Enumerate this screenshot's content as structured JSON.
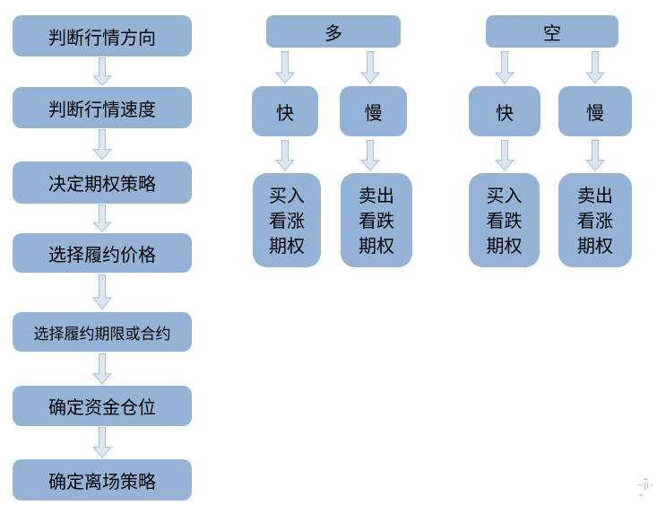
{
  "colors": {
    "node_fill": "#95b3d7",
    "arrow_fill": "#dce6f2",
    "arrow_stroke": "#a8c0dc",
    "text": "#000000",
    "background": "#ffffff",
    "watermark": "#9e9e9e"
  },
  "process_column": {
    "steps": [
      "判断行情方向",
      "判断行情速度",
      "决定期权策略",
      "选择履约价格",
      "选择履约期限或合约",
      "确定资金仓位",
      "确定离场策略"
    ]
  },
  "long_tree": {
    "root": "多",
    "fast": "快",
    "slow": "慢",
    "fast_action": "买入\n看涨\n期权",
    "slow_action": "卖出\n看跌\n期权"
  },
  "short_tree": {
    "root": "空",
    "fast": "快",
    "slow": "慢",
    "fast_action": "买入\n看跌\n期权",
    "slow_action": "卖出\n看涨\n期权"
  }
}
